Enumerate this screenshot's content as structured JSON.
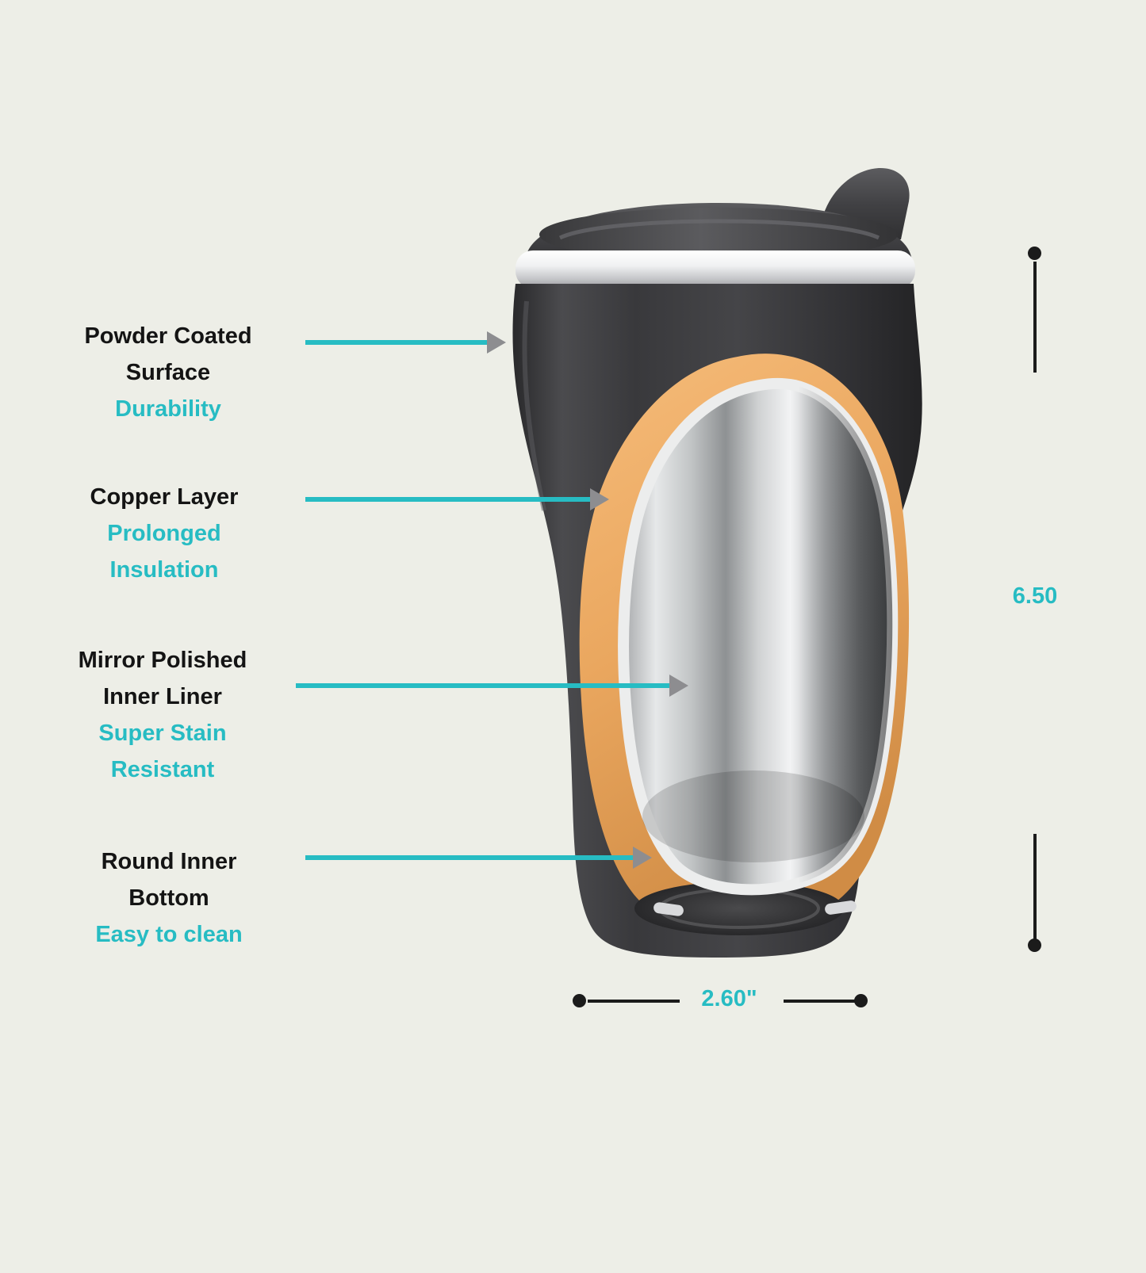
{
  "colors": {
    "background": "#edeee7",
    "accent": "#27bcc3",
    "title_text": "#141414",
    "dimension_line": "#1b1b1b",
    "arrowhead": "#8d8d90",
    "copper_layer": "#e8a55d",
    "tumbler_body": "#3b3b3e"
  },
  "features": [
    {
      "title": "Powder Coated Surface",
      "benefit": "Durability"
    },
    {
      "title": "Copper Layer",
      "benefit": "Prolonged Insulation"
    },
    {
      "title": "Mirror Polished Inner Liner",
      "benefit": "Super Stain Resistant"
    },
    {
      "title": "Round Inner Bottom",
      "benefit": "Easy to clean"
    }
  ],
  "dimensions": {
    "height_value": "6.50",
    "width_value": "2.60\""
  },
  "illustration": {
    "icon": "insulated-tumbler-cutaway"
  }
}
